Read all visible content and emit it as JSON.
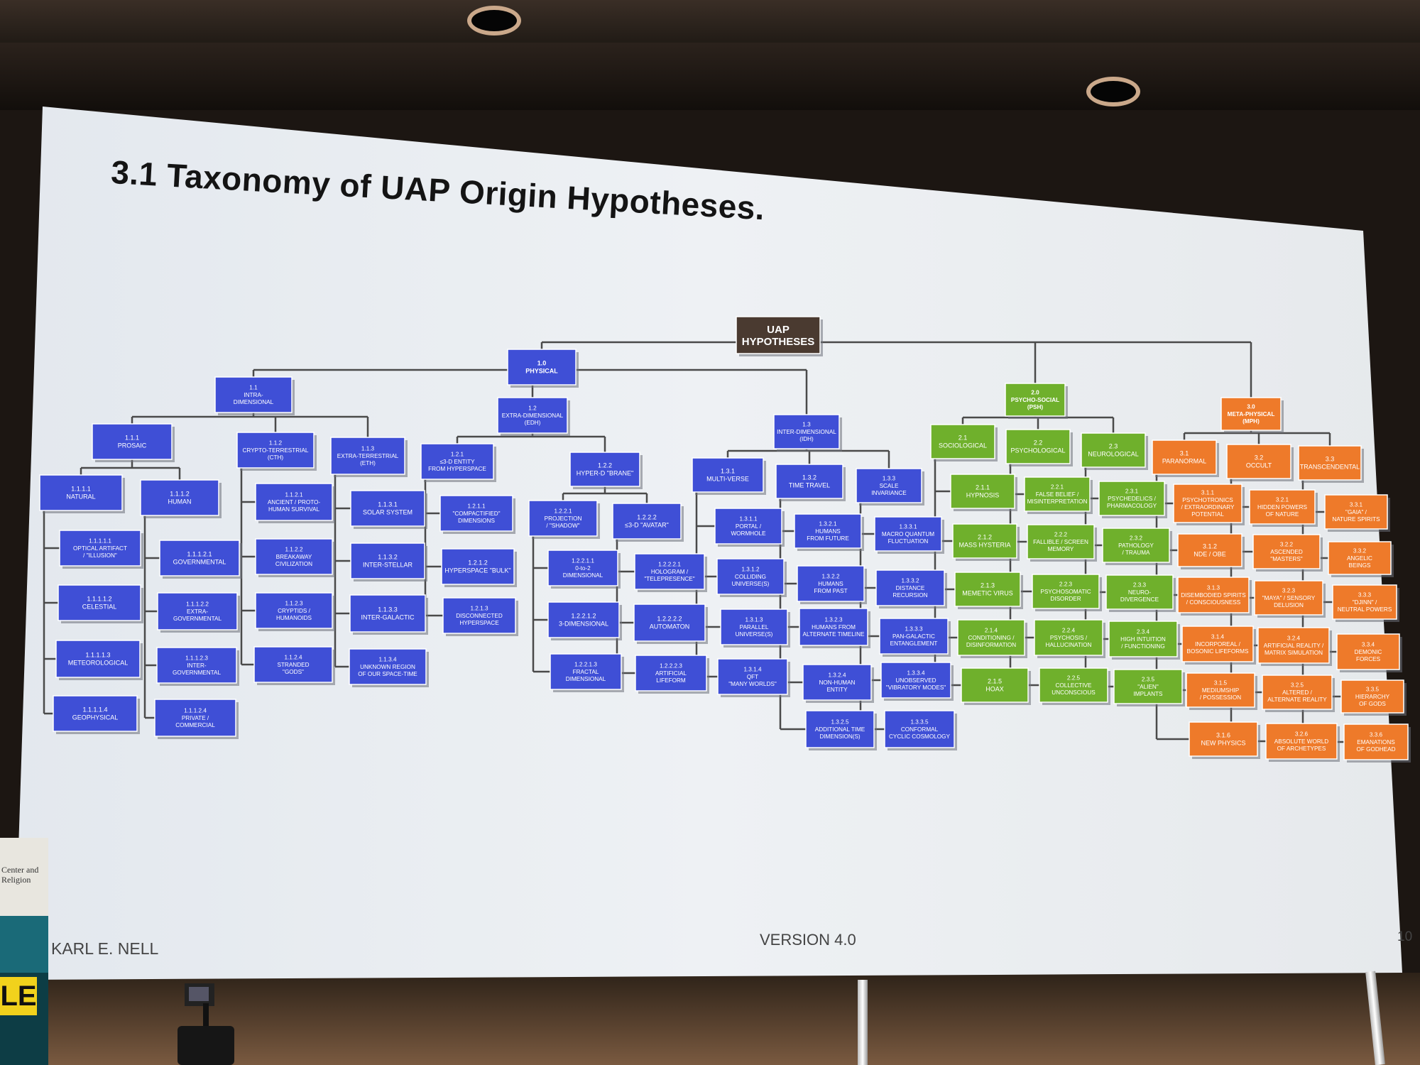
{
  "slide": {
    "title": "3.1  Taxonomy of UAP Origin Hypotheses.",
    "author": "KARL E. NELL",
    "version": "VERSION 4.0",
    "page_number": "10"
  },
  "venue": {
    "side_sign_text": "Center and\nReligion",
    "badge_text": "LE"
  },
  "colors": {
    "physical": "#3f4fd6",
    "psycho_social": "#6fb02c",
    "meta_physical": "#ee7a2a",
    "root": "#4a3a30",
    "slide_background": "#e9edf2",
    "connector": "#4a4a4a"
  },
  "tree": {
    "root": {
      "text": [
        "UAP",
        "HYPOTHESES"
      ],
      "group": "root"
    },
    "nodes": [
      {
        "id": "1.0",
        "text": [
          "1.0",
          "PHYSICAL"
        ],
        "group": "physical"
      },
      {
        "id": "2.0",
        "text": [
          "2.0",
          "PSYCHO-SOCIAL",
          "(PSH)"
        ],
        "group": "psycho_social"
      },
      {
        "id": "3.0",
        "text": [
          "3.0",
          "META-PHYSICAL",
          "(MPH)"
        ],
        "group": "meta_physical"
      },
      {
        "id": "1.1",
        "text": [
          "1.1",
          "INTRA-",
          "DIMENSIONAL"
        ],
        "group": "physical"
      },
      {
        "id": "1.2",
        "text": [
          "1.2",
          "EXTRA-DIMENSIONAL",
          "(EDH)"
        ],
        "group": "physical"
      },
      {
        "id": "1.3",
        "text": [
          "1.3",
          "INTER-DIMENSIONAL",
          "(IDH)"
        ],
        "group": "physical"
      },
      {
        "id": "1.1.1",
        "text": [
          "1.1.1",
          "PROSAIC"
        ],
        "group": "physical"
      },
      {
        "id": "1.1.2",
        "text": [
          "1.1.2",
          "CRYPTO-TERRESTRIAL",
          "(CTH)"
        ],
        "group": "physical"
      },
      {
        "id": "1.1.3",
        "text": [
          "1.1.3",
          "EXTRA-TERRESTRIAL",
          "(ETH)"
        ],
        "group": "physical"
      },
      {
        "id": "1.2.1",
        "text": [
          "1.2.1",
          "≤3-D ENTITY",
          "FROM HYPERSPACE"
        ],
        "group": "physical"
      },
      {
        "id": "1.2.2",
        "text": [
          "1.2.2",
          "HYPER-D \"BRANE\""
        ],
        "group": "physical"
      },
      {
        "id": "1.3.1",
        "text": [
          "1.3.1",
          "MULTI-VERSE"
        ],
        "group": "physical"
      },
      {
        "id": "1.3.2",
        "text": [
          "1.3.2",
          "TIME TRAVEL"
        ],
        "group": "physical"
      },
      {
        "id": "1.3.3",
        "text": [
          "1.3.3",
          "SCALE",
          "INVARIANCE"
        ],
        "group": "physical"
      },
      {
        "id": "1.1.1.1",
        "text": [
          "1.1.1.1",
          "NATURAL"
        ],
        "group": "physical"
      },
      {
        "id": "1.1.1.2",
        "text": [
          "1.1.1.2",
          "HUMAN"
        ],
        "group": "physical"
      },
      {
        "id": "1.1.1.1.1",
        "text": [
          "1.1.1.1.1",
          "OPTICAL ARTIFACT",
          "/ \"ILLUSION\""
        ],
        "group": "physical"
      },
      {
        "id": "1.1.1.1.2",
        "text": [
          "1.1.1.1.2",
          "CELESTIAL"
        ],
        "group": "physical"
      },
      {
        "id": "1.1.1.1.3",
        "text": [
          "1.1.1.1.3",
          "METEOROLOGICAL"
        ],
        "group": "physical"
      },
      {
        "id": "1.1.1.1.4",
        "text": [
          "1.1.1.1.4",
          "GEOPHYSICAL"
        ],
        "group": "physical"
      },
      {
        "id": "1.1.1.2.1",
        "text": [
          "1.1.1.2.1",
          "GOVERNMENTAL"
        ],
        "group": "physical"
      },
      {
        "id": "1.1.1.2.2",
        "text": [
          "1.1.1.2.2",
          "EXTRA-",
          "GOVERNMENTAL"
        ],
        "group": "physical"
      },
      {
        "id": "1.1.1.2.3",
        "text": [
          "1.1.1.2.3",
          "INTER-",
          "GOVERNMENTAL"
        ],
        "group": "physical"
      },
      {
        "id": "1.1.1.2.4",
        "text": [
          "1.1.1.2.4",
          "PRIVATE /",
          "COMMERCIAL"
        ],
        "group": "physical"
      },
      {
        "id": "1.1.2.1",
        "text": [
          "1.1.2.1",
          "ANCIENT / PROTO-",
          "HUMAN SURVIVAL"
        ],
        "group": "physical"
      },
      {
        "id": "1.1.2.2",
        "text": [
          "1.1.2.2",
          "BREAKAWAY",
          "CIVILIZATION"
        ],
        "group": "physical"
      },
      {
        "id": "1.1.2.3",
        "text": [
          "1.1.2.3",
          "CRYPTIDS /",
          "HUMANOIDS"
        ],
        "group": "physical"
      },
      {
        "id": "1.1.2.4",
        "text": [
          "1.1.2.4",
          "STRANDED",
          "\"GODS\""
        ],
        "group": "physical"
      },
      {
        "id": "1.1.3.1",
        "text": [
          "1.1.3.1",
          "SOLAR SYSTEM"
        ],
        "group": "physical"
      },
      {
        "id": "1.1.3.2",
        "text": [
          "1.1.3.2",
          "INTER-STELLAR"
        ],
        "group": "physical"
      },
      {
        "id": "1.1.3.3",
        "text": [
          "1.1.3.3",
          "INTER-GALACTIC"
        ],
        "group": "physical"
      },
      {
        "id": "1.1.3.4",
        "text": [
          "1.1.3.4",
          "UNKNOWN REGION",
          "OF OUR SPACE-TIME"
        ],
        "group": "physical"
      },
      {
        "id": "1.2.1.1",
        "text": [
          "1.2.1.1",
          "\"COMPACTIFIED\"",
          "DIMENSIONS"
        ],
        "group": "physical"
      },
      {
        "id": "1.2.1.2",
        "text": [
          "1.2.1.2",
          "HYPERSPACE \"BULK\""
        ],
        "group": "physical"
      },
      {
        "id": "1.2.1.3",
        "text": [
          "1.2.1.3",
          "DISCONNECTED",
          "HYPERSPACE"
        ],
        "group": "physical"
      },
      {
        "id": "1.2.2.1",
        "text": [
          "1.2.2.1",
          "PROJECTION",
          "/ \"SHADOW\""
        ],
        "group": "physical"
      },
      {
        "id": "1.2.2.2",
        "text": [
          "1.2.2.2",
          "≤3-D \"AVATAR\""
        ],
        "group": "physical"
      },
      {
        "id": "1.2.2.1.1",
        "text": [
          "1.2.2.1.1",
          "0-to-2",
          "DIMENSIONAL"
        ],
        "group": "physical"
      },
      {
        "id": "1.2.2.1.2",
        "text": [
          "1.2.2.1.2",
          "3-DIMENSIONAL"
        ],
        "group": "physical"
      },
      {
        "id": "1.2.2.1.3",
        "text": [
          "1.2.2.1.3",
          "FRACTAL",
          "DIMENSIONAL"
        ],
        "group": "physical"
      },
      {
        "id": "1.2.2.2.1",
        "text": [
          "1.2.2.2.1",
          "HOLOGRAM /",
          "\"TELEPRESENCE\""
        ],
        "group": "physical"
      },
      {
        "id": "1.2.2.2.2",
        "text": [
          "1.2.2.2.2",
          "AUTOMATON"
        ],
        "group": "physical"
      },
      {
        "id": "1.2.2.2.3",
        "text": [
          "1.2.2.2.3",
          "ARTIFICIAL",
          "LIFEFORM"
        ],
        "group": "physical"
      },
      {
        "id": "1.3.1.1",
        "text": [
          "1.3.1.1",
          "PORTAL /",
          "WORMHOLE"
        ],
        "group": "physical"
      },
      {
        "id": "1.3.1.2",
        "text": [
          "1.3.1.2",
          "COLLIDING",
          "UNIVERSE(S)"
        ],
        "group": "physical"
      },
      {
        "id": "1.3.1.3",
        "text": [
          "1.3.1.3",
          "PARALLEL",
          "UNIVERSE(S)"
        ],
        "group": "physical"
      },
      {
        "id": "1.3.1.4",
        "text": [
          "1.3.1.4",
          "QFT",
          "\"MANY WORLDS\""
        ],
        "group": "physical"
      },
      {
        "id": "1.3.2.1",
        "text": [
          "1.3.2.1",
          "HUMANS",
          "FROM FUTURE"
        ],
        "group": "physical"
      },
      {
        "id": "1.3.2.2",
        "text": [
          "1.3.2.2",
          "HUMANS",
          "FROM PAST"
        ],
        "group": "physical"
      },
      {
        "id": "1.3.2.3",
        "text": [
          "1.3.2.3",
          "HUMANS FROM",
          "ALTERNATE TIMELINE"
        ],
        "group": "physical"
      },
      {
        "id": "1.3.2.4",
        "text": [
          "1.3.2.4",
          "NON-HUMAN",
          "ENTITY"
        ],
        "group": "physical"
      },
      {
        "id": "1.3.2.5",
        "text": [
          "1.3.2.5",
          "ADDITIONAL TIME",
          "DIMENSION(S)"
        ],
        "group": "physical"
      },
      {
        "id": "1.3.3.1",
        "text": [
          "1.3.3.1",
          "MACRO QUANTUM",
          "FLUCTUATION"
        ],
        "group": "physical"
      },
      {
        "id": "1.3.3.2",
        "text": [
          "1.3.3.2",
          "DISTANCE",
          "RECURSION"
        ],
        "group": "physical"
      },
      {
        "id": "1.3.3.3",
        "text": [
          "1.3.3.3",
          "PAN-GALACTIC",
          "ENTANGLEMENT"
        ],
        "group": "physical"
      },
      {
        "id": "1.3.3.4",
        "text": [
          "1.3.3.4",
          "UNOBSERVED",
          "\"VIBRATORY MODES\""
        ],
        "group": "physical"
      },
      {
        "id": "1.3.3.5",
        "text": [
          "1.3.3.5",
          "CONFORMAL",
          "CYCLIC COSMOLOGY"
        ],
        "group": "physical"
      },
      {
        "id": "2.1",
        "text": [
          "2.1",
          "SOCIOLOGICAL"
        ],
        "group": "psycho_social"
      },
      {
        "id": "2.2",
        "text": [
          "2.2",
          "PSYCHOLOGICAL"
        ],
        "group": "psycho_social"
      },
      {
        "id": "2.3",
        "text": [
          "2.3",
          "NEUROLOGICAL"
        ],
        "group": "psycho_social"
      },
      {
        "id": "2.1.1",
        "text": [
          "2.1.1",
          "HYPNOSIS"
        ],
        "group": "psycho_social"
      },
      {
        "id": "2.1.2",
        "text": [
          "2.1.2",
          "MASS HYSTERIA"
        ],
        "group": "psycho_social"
      },
      {
        "id": "2.1.3",
        "text": [
          "2.1.3",
          "MEMETIC VIRUS"
        ],
        "group": "psycho_social"
      },
      {
        "id": "2.1.4",
        "text": [
          "2.1.4",
          "CONDITIONING /",
          "DISINFORMATION"
        ],
        "group": "psycho_social"
      },
      {
        "id": "2.1.5",
        "text": [
          "2.1.5",
          "HOAX"
        ],
        "group": "psycho_social"
      },
      {
        "id": "2.2.1",
        "text": [
          "2.2.1",
          "FALSE BELIEF /",
          "MISINTERPRETATION"
        ],
        "group": "psycho_social"
      },
      {
        "id": "2.2.2",
        "text": [
          "2.2.2",
          "FALLIBLE / SCREEN",
          "MEMORY"
        ],
        "group": "psycho_social"
      },
      {
        "id": "2.2.3",
        "text": [
          "2.2.3",
          "PSYCHOSOMATIC",
          "DISORDER"
        ],
        "group": "psycho_social"
      },
      {
        "id": "2.2.4",
        "text": [
          "2.2.4",
          "PSYCHOSIS /",
          "HALLUCINATION"
        ],
        "group": "psycho_social"
      },
      {
        "id": "2.2.5",
        "text": [
          "2.2.5",
          "COLLECTIVE",
          "UNCONSCIOUS"
        ],
        "group": "psycho_social"
      },
      {
        "id": "2.3.1",
        "text": [
          "2.3.1",
          "PSYCHEDELICS /",
          "PHARMACOLOGY"
        ],
        "group": "psycho_social"
      },
      {
        "id": "2.3.2",
        "text": [
          "2.3.2",
          "PATHOLOGY",
          "/ TRAUMA"
        ],
        "group": "psycho_social"
      },
      {
        "id": "2.3.3",
        "text": [
          "2.3.3",
          "NEURO-",
          "DIVERGENCE"
        ],
        "group": "psycho_social"
      },
      {
        "id": "2.3.4",
        "text": [
          "2.3.4",
          "HIGH INTUITION",
          "/ FUNCTIONING"
        ],
        "group": "psycho_social"
      },
      {
        "id": "2.3.5",
        "text": [
          "2.3.5",
          "\"ALIEN\"",
          "IMPLANTS"
        ],
        "group": "psycho_social"
      },
      {
        "id": "3.1",
        "text": [
          "3.1",
          "PARANORMAL"
        ],
        "group": "meta_physical"
      },
      {
        "id": "3.2",
        "text": [
          "3.2",
          "OCCULT"
        ],
        "group": "meta_physical"
      },
      {
        "id": "3.3",
        "text": [
          "3.3",
          "TRANSCENDENTAL"
        ],
        "group": "meta_physical"
      },
      {
        "id": "3.1.1",
        "text": [
          "3.1.1",
          "PSYCHOTRONICS",
          "/ EXTRAORDINARY",
          "POTENTIAL"
        ],
        "group": "meta_physical"
      },
      {
        "id": "3.1.2",
        "text": [
          "3.1.2",
          "NDE / OBE"
        ],
        "group": "meta_physical"
      },
      {
        "id": "3.1.3",
        "text": [
          "3.1.3",
          "DISEMBODIED SPIRITS",
          "/ CONSCIOUSNESS"
        ],
        "group": "meta_physical"
      },
      {
        "id": "3.1.4",
        "text": [
          "3.1.4",
          "INCORPOREAL /",
          "BOSONIC LIFEFORMS"
        ],
        "group": "meta_physical"
      },
      {
        "id": "3.1.5",
        "text": [
          "3.1.5",
          "MEDIUMSHIP",
          "/ POSSESSION"
        ],
        "group": "meta_physical"
      },
      {
        "id": "3.1.6",
        "text": [
          "3.1.6",
          "NEW PHYSICS"
        ],
        "group": "meta_physical"
      },
      {
        "id": "3.2.1",
        "text": [
          "3.2.1",
          "HIDDEN POWERS",
          "OF NATURE"
        ],
        "group": "meta_physical"
      },
      {
        "id": "3.2.2",
        "text": [
          "3.2.2",
          "ASCENDED",
          "\"MASTERS\""
        ],
        "group": "meta_physical"
      },
      {
        "id": "3.2.3",
        "text": [
          "3.2.3",
          "\"MAYA\" / SENSORY",
          "DELUSION"
        ],
        "group": "meta_physical"
      },
      {
        "id": "3.2.4",
        "text": [
          "3.2.4",
          "ARTIFICIAL REALITY /",
          "MATRIX SIMULATION"
        ],
        "group": "meta_physical"
      },
      {
        "id": "3.2.5",
        "text": [
          "3.2.5",
          "ALTERED /",
          "ALTERNATE REALITY"
        ],
        "group": "meta_physical"
      },
      {
        "id": "3.2.6",
        "text": [
          "3.2.6",
          "ABSOLUTE WORLD",
          "OF ARCHETYPES"
        ],
        "group": "meta_physical"
      },
      {
        "id": "3.3.1",
        "text": [
          "3.3.1",
          "\"GAIA\" /",
          "NATURE SPIRITS"
        ],
        "group": "meta_physical"
      },
      {
        "id": "3.3.2",
        "text": [
          "3.3.2",
          "ANGELIC",
          "BEINGS"
        ],
        "group": "meta_physical"
      },
      {
        "id": "3.3.3",
        "text": [
          "3.3.3",
          "\"DJINN\" /",
          "NEUTRAL POWERS"
        ],
        "group": "meta_physical"
      },
      {
        "id": "3.3.4",
        "text": [
          "3.3.4",
          "DEMONIC",
          "FORCES"
        ],
        "group": "meta_physical"
      },
      {
        "id": "3.3.5",
        "text": [
          "3.3.5",
          "HIERARCHY",
          "OF GODS"
        ],
        "group": "meta_physical"
      },
      {
        "id": "3.3.6",
        "text": [
          "3.3.6",
          "EMANATIONS",
          "OF GODHEAD"
        ],
        "group": "meta_physical"
      }
    ]
  }
}
